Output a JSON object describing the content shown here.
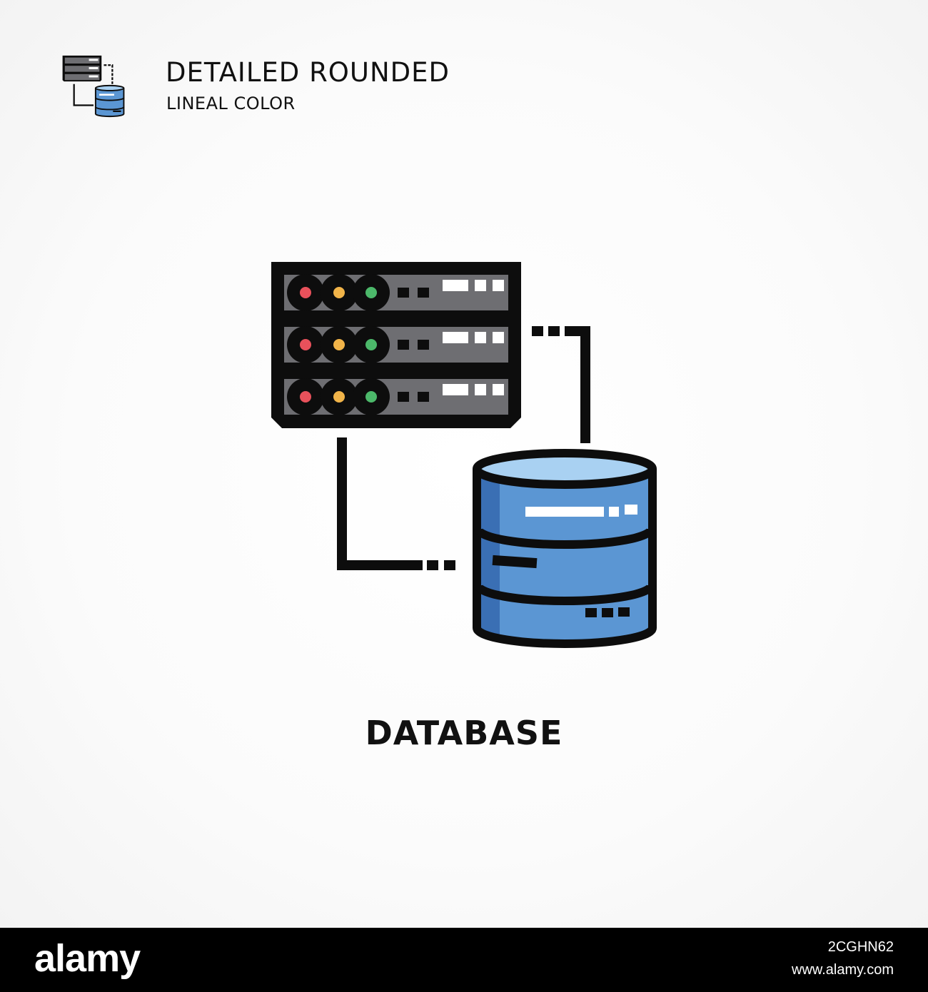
{
  "header": {
    "title": "DETAILED ROUNDED",
    "subtitle": "LINEAL COLOR",
    "icon": "server-database-icon"
  },
  "main": {
    "icon": "server-database-icon",
    "caption": "DATABASE"
  },
  "footer": {
    "brand": "alamy",
    "image_id": "2CGHN62",
    "url": "www.alamy.com"
  },
  "colors": {
    "outline": "#0d0d0d",
    "server_body": "#6e6e72",
    "server_frame": "#3a3a3c",
    "led_red": "#e8515b",
    "led_yellow": "#f1b449",
    "led_green": "#4cb86a",
    "db_top": "#a9d1f2",
    "db_body": "#5b96d3",
    "db_shadow": "#3a6fb4",
    "footer_bg": "#000000"
  }
}
